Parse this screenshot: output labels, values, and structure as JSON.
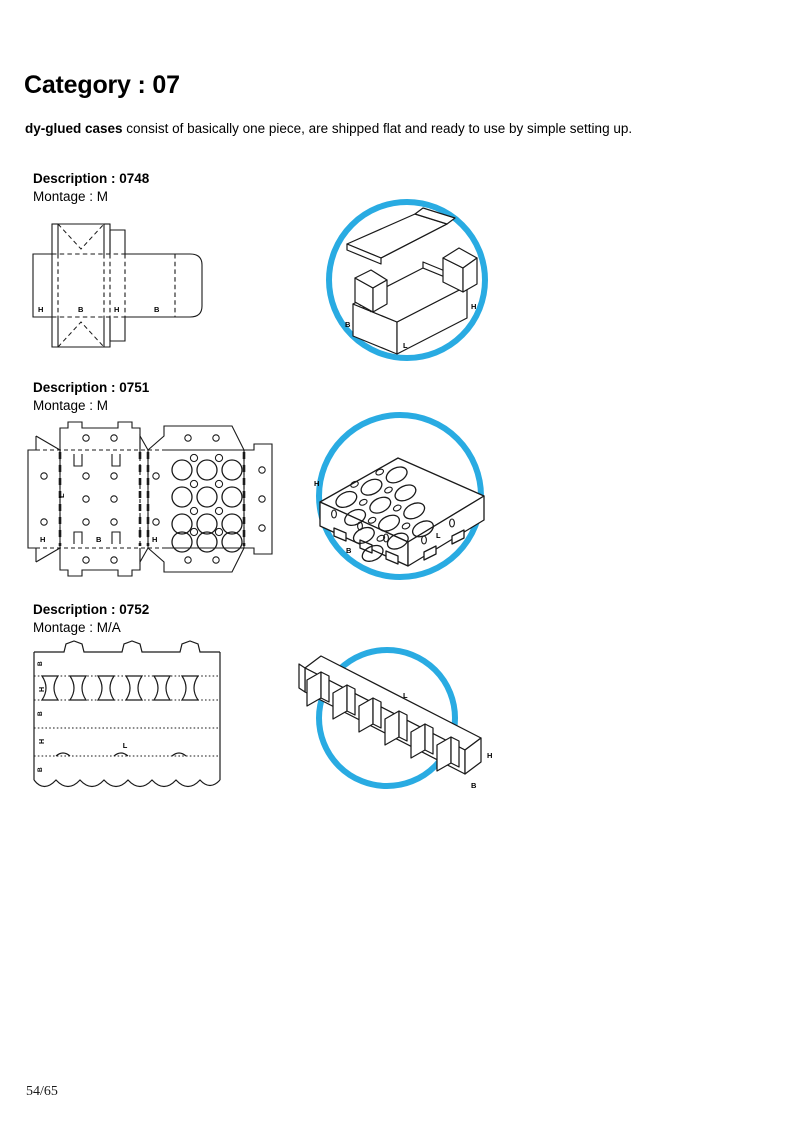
{
  "page": {
    "category_title": "Category : 07",
    "intro_bold": "dy-glued cases",
    "intro_rest": " consist of basically one piece, are shipped flat and ready to use by simple setting up.",
    "footer": "54/65",
    "accent_color": "#29ABE2",
    "line_color": "#1a1a1a",
    "background": "#ffffff"
  },
  "sections": [
    {
      "description_label": "Description : 0748",
      "montage_label": "Montage : M",
      "dieline": {
        "name": "tray-with-hinged-lid-dieline",
        "dimension_labels": [
          "H",
          "B",
          "H",
          "B"
        ]
      },
      "illustration": {
        "name": "open-box-with-lid-illustration",
        "dimension_labels": [
          "B",
          "L",
          "H"
        ],
        "circle_color": "#29ABE2"
      }
    },
    {
      "description_label": "Description : 0751",
      "montage_label": "Montage : M",
      "dieline": {
        "name": "perforated-tray-dieline",
        "dimension_labels": [
          "L",
          "H",
          "B",
          "H"
        ],
        "large_hole_rows": 4,
        "large_hole_cols": 3,
        "large_hole_count": 12
      },
      "illustration": {
        "name": "perforated-tray-illustration",
        "dimension_labels": [
          "B",
          "L",
          "H"
        ],
        "circle_color": "#29ABE2"
      }
    },
    {
      "description_label": "Description : 0752",
      "montage_label": "Montage : M/A",
      "dieline": {
        "name": "partition-divider-dieline",
        "dimension_labels": [
          "B",
          "H",
          "B",
          "H",
          "B",
          "L"
        ],
        "cutout_count": 6,
        "top_tab_count": 3
      },
      "illustration": {
        "name": "partition-divider-illustration",
        "dimension_labels": [
          "L",
          "H",
          "B"
        ],
        "circle_color": "#29ABE2"
      }
    }
  ]
}
